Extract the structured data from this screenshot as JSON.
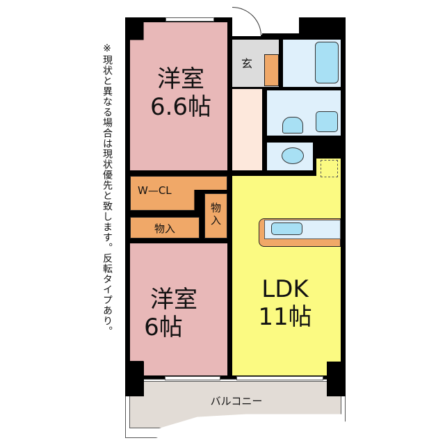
{
  "note": "※現状と異なる場合は現状優先と致します。反転タイプあり。",
  "rooms": {
    "western1": {
      "name": "洋室",
      "size": "6.6帖"
    },
    "western2": {
      "name": "洋室",
      "size": "6帖"
    },
    "ldk": {
      "name": "LDK",
      "size": "11帖"
    },
    "entrance": "玄",
    "walk_in_closet": "W—CL",
    "storage_h": "物入",
    "storage_v": "物\n入",
    "balcony": "バルコニー"
  },
  "colors": {
    "bedroom": "#e8b8b8",
    "ldk": "#fbfa82",
    "storage": "#f0a868",
    "water": "#dff0fb",
    "balcony": "#e2dcd6"
  }
}
